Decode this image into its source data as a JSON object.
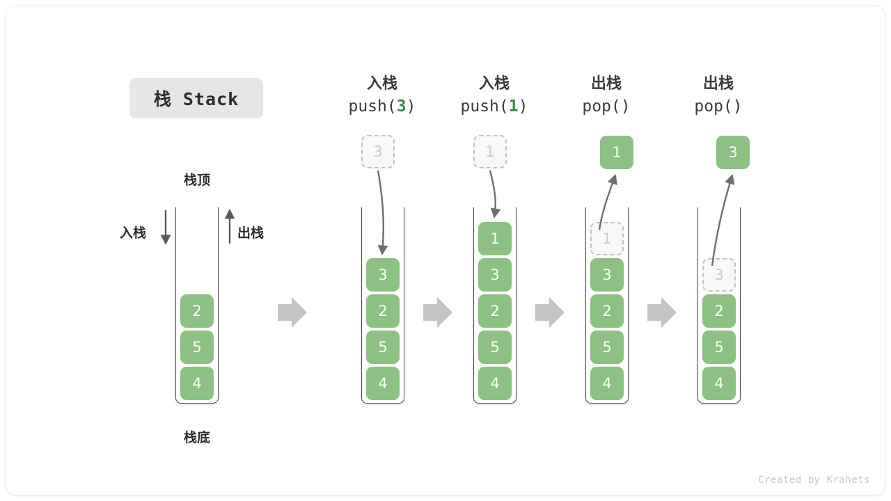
{
  "figure": {
    "title": "栈 Stack",
    "credit": "Created by Krahets",
    "colors": {
      "cell_fill": "#8cc183",
      "cell_text": "#ffffff",
      "ghost_border": "#c2c2c2",
      "ghost_text": "#c9c9c9",
      "frame_stroke": "#4a4a4a",
      "arrow_gray": "#c4c4c4",
      "curve_stroke": "#6e6e6e",
      "accent_green": "#3a8a43",
      "badge_bg": "#e6e6e6"
    }
  },
  "legend": {
    "top_label": "栈顶",
    "bottom_label": "栈底",
    "push_label": "入栈",
    "pop_label": "出栈"
  },
  "stages": [
    {
      "id": "initial",
      "header_cn": "",
      "header_op_pre": "",
      "header_op_arg": "",
      "header_op_post": "",
      "cells": [
        "2",
        "5",
        "4"
      ],
      "ghost": null,
      "popped": null
    },
    {
      "id": "push-3",
      "header_cn": "入栈",
      "header_op_pre": "push(",
      "header_op_arg": "3",
      "header_op_post": ")",
      "cells": [
        "3",
        "2",
        "5",
        "4"
      ],
      "ghost": "3",
      "popped": null
    },
    {
      "id": "push-1",
      "header_cn": "入栈",
      "header_op_pre": "push(",
      "header_op_arg": "1",
      "header_op_post": ")",
      "cells": [
        "1",
        "3",
        "2",
        "5",
        "4"
      ],
      "ghost": "1",
      "popped": null
    },
    {
      "id": "pop-1",
      "header_cn": "出栈",
      "header_op_pre": "pop(",
      "header_op_arg": "",
      "header_op_post": ")",
      "cells": [
        "3",
        "2",
        "5",
        "4"
      ],
      "ghost": "1",
      "popped": "1"
    },
    {
      "id": "pop-3",
      "header_cn": "出栈",
      "header_op_pre": "pop(",
      "header_op_arg": "",
      "header_op_post": ")",
      "cells": [
        "2",
        "5",
        "4"
      ],
      "ghost": "3",
      "popped": "3"
    }
  ]
}
